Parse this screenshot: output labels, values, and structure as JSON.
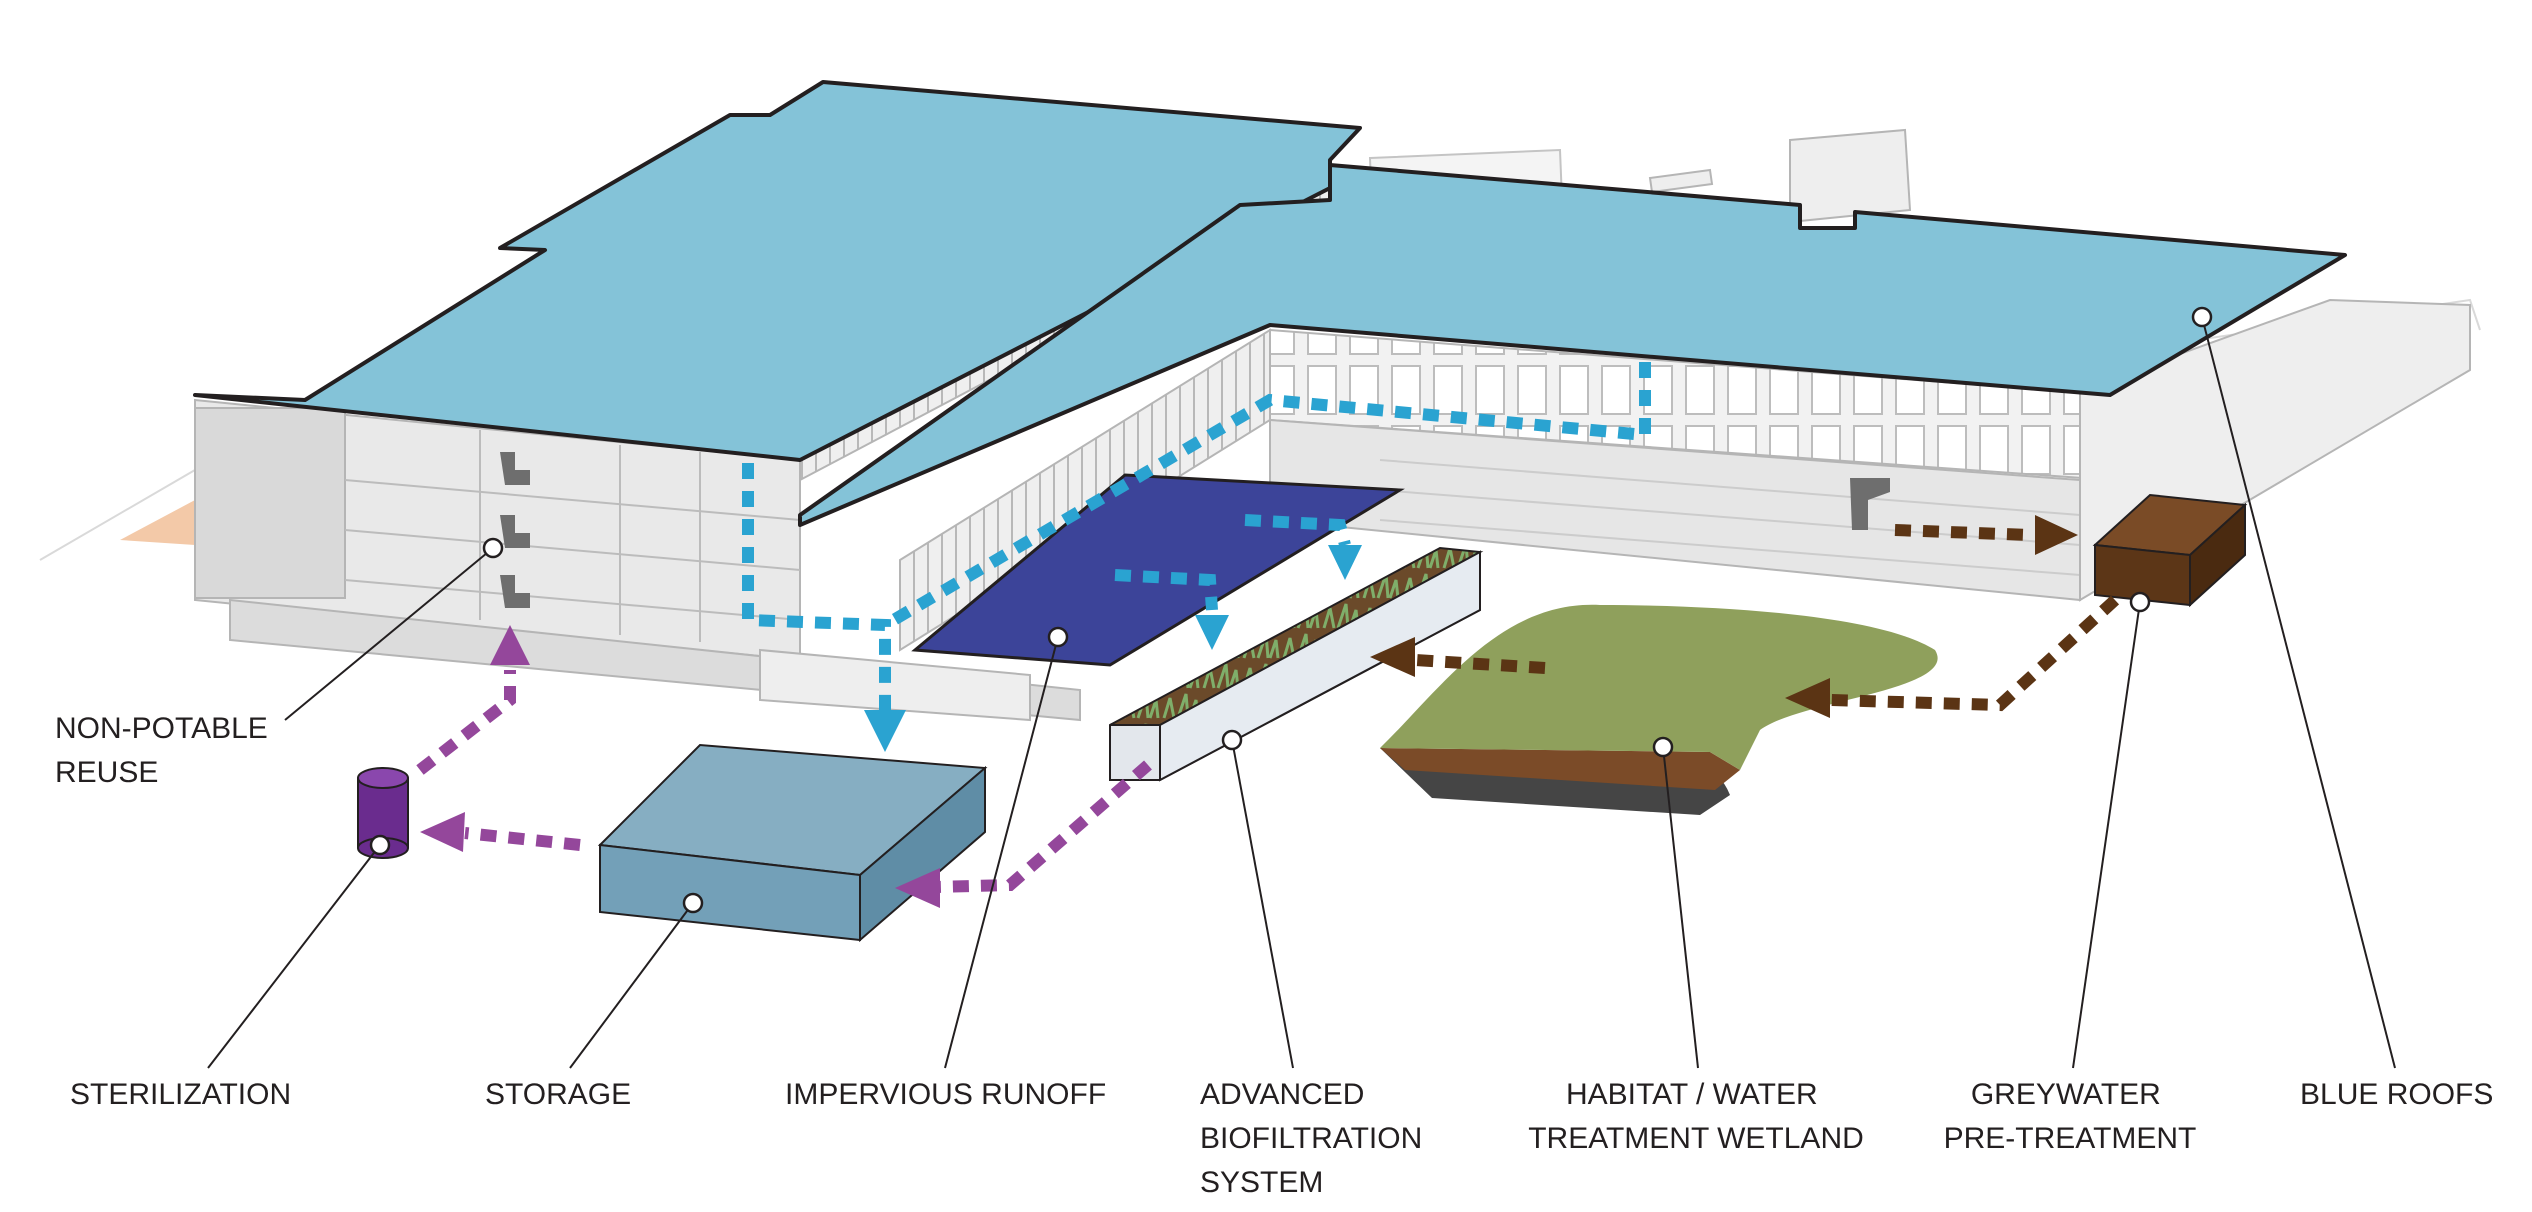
{
  "labels": {
    "non_potable_reuse": [
      "NON-POTABLE",
      "REUSE"
    ],
    "sterilization": [
      "STERILIZATION"
    ],
    "storage": [
      "STORAGE"
    ],
    "impervious_runoff": [
      "IMPERVIOUS RUNOFF"
    ],
    "advanced_biofiltration": [
      "ADVANCED",
      "BIOFILTRATION",
      "SYSTEM"
    ],
    "habitat_wetland": [
      "HABITAT / WATER",
      "TREATMENT WETLAND"
    ],
    "greywater": [
      "GREYWATER",
      "PRE-TREATMENT"
    ],
    "blue_roofs": [
      "BLUE ROOFS"
    ]
  },
  "colors": {
    "blue_roof": "#84c3d8",
    "blue_flow": "#2aa3d1",
    "impervious": "#3c4499",
    "purple_flow": "#94479b",
    "brown_flow": "#5b3414",
    "storage": "#73a0b8",
    "wetland": "#8fa05c",
    "sterilization": "#6a2c8e",
    "greywater_box": "#5c3617",
    "building": "#e8e8e8"
  },
  "icons": {
    "flow_arrow": "arrow-head-icon",
    "callout": "callout-dot-icon"
  }
}
